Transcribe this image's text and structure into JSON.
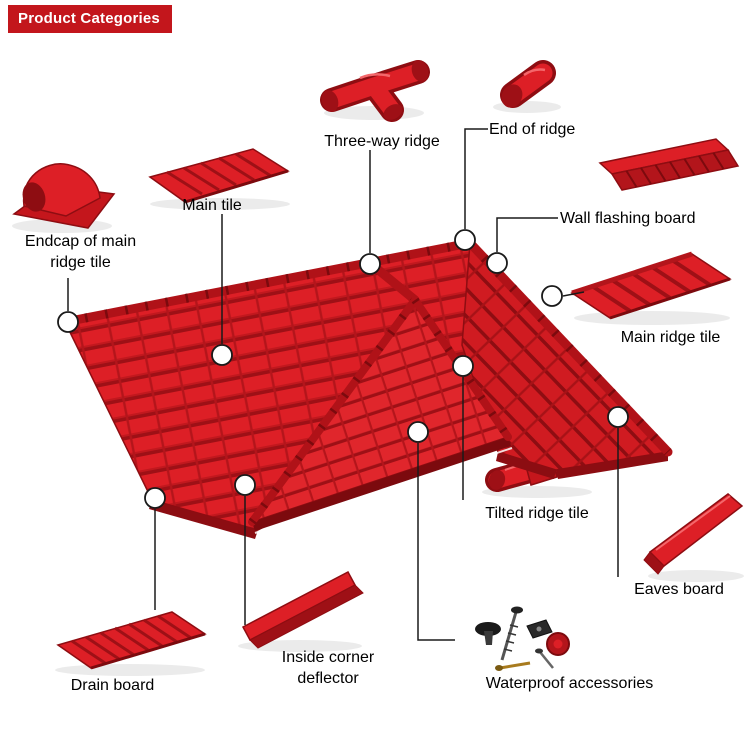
{
  "header": {
    "title": "Product Categories"
  },
  "labels": {
    "three_way_ridge": "Three-way ridge",
    "end_of_ridge": "End of ridge",
    "main_tile": "Main tile",
    "endcap_line1": "Endcap of main",
    "endcap_line2": "ridge tile",
    "wall_flashing_board": "Wall flashing board",
    "main_ridge_tile": "Main ridge tile",
    "tilted_ridge_tile": "Tilted ridge tile",
    "eaves_board": "Eaves board",
    "waterproof_accessories": "Waterproof accessories",
    "inside_corner_line1": "Inside corner",
    "inside_corner_line2": "deflector",
    "drain_board": "Drain board"
  },
  "colors": {
    "banner_red": "#C3161C",
    "roof_red": "#DD1F26",
    "dark_red": "#8E0D12",
    "callout_line": "#1A1A1A"
  }
}
